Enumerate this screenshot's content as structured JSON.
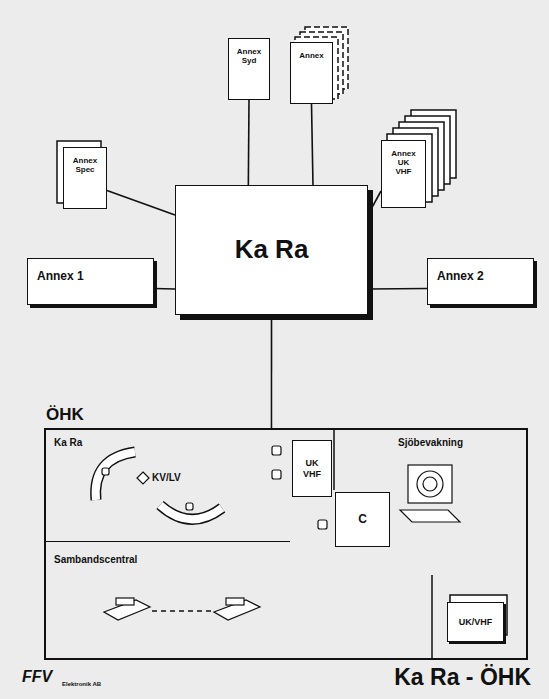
{
  "diagram": {
    "caption": "Ka Ra - ÖHK",
    "nodes": [
      {
        "text": [
          "Annex Syd"
        ]
      },
      {
        "text": [
          "Annex"
        ]
      },
      {
        "text": [
          "Annex Spec"
        ]
      },
      {
        "text": [
          "Annex UK VHF"
        ]
      },
      {
        "text": [
          "Ka Ra"
        ]
      },
      {
        "text": [
          "Annex 1"
        ]
      },
      {
        "text": [
          "Annex 2"
        ]
      },
      {
        "text": [
          "ÖHK"
        ]
      },
      {
        "text": [
          "Ka Ra"
        ],
        "in": 7
      },
      {
        "text": [
          "UK VHF"
        ],
        "in": 7
      },
      {
        "text": [
          "Sjöbevakning"
        ],
        "in": 7
      },
      {
        "text": [
          "C"
        ],
        "in": 7
      },
      {
        "text": [
          "Sambandscentral"
        ],
        "in": 7
      },
      {
        "text": [
          "UK/VHF"
        ],
        "in": 7
      }
    ],
    "edges": [
      {
        "from": 4,
        "to": 0,
        "arrow": "none"
      },
      {
        "from": 4,
        "to": 1,
        "arrow": "none"
      },
      {
        "from": 4,
        "to": 2,
        "arrow": "none"
      },
      {
        "from": 4,
        "to": 3,
        "arrow": "none"
      },
      {
        "from": 4,
        "to": 5,
        "arrow": "none"
      },
      {
        "from": 4,
        "to": 6,
        "arrow": "none"
      },
      {
        "from": 4,
        "to": 7,
        "arrow": "none"
      }
    ],
    "labels": [
      "KV/LV",
      "FFV",
      "Elektronik AB"
    ]
  }
}
